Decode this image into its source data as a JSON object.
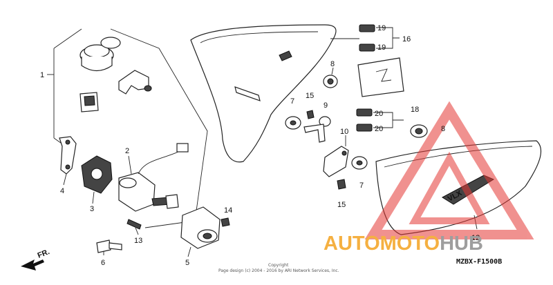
{
  "callouts": {
    "n1": "1",
    "n2": "2",
    "n3": "3",
    "n4": "4",
    "n5": "5",
    "n6": "6",
    "n7a": "7",
    "n7b": "7",
    "n8a": "8",
    "n8b": "8",
    "n9": "9",
    "n10": "10",
    "n12": "12",
    "n13": "13",
    "n14": "14",
    "n15a": "15",
    "n15b": "15",
    "n16": "16",
    "n18": "18",
    "n19a": "19",
    "n19b": "19",
    "n20a": "20",
    "n20b": "20"
  },
  "direction": "FR.",
  "diagram_code": "MZBX-F1500B",
  "copyright": {
    "line1": "Copyright",
    "line2": "Page design (c) 2004 - 2016 by ARI Network Services, Inc."
  },
  "watermark": {
    "part1": "AUTO",
    "part2": "MOTO",
    "part3": "HUB",
    "color_orange": "#f5b041",
    "color_gray": "#9e9e9e",
    "color_red": "#e53935"
  },
  "emblem_text": "VLX"
}
